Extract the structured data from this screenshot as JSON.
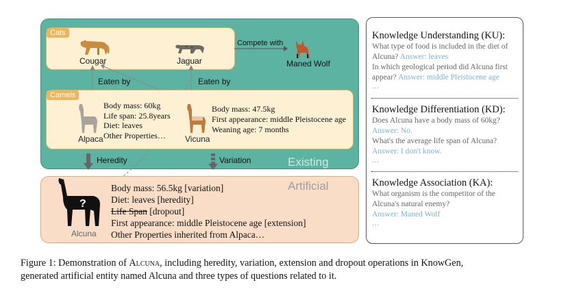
{
  "existing": {
    "label": "Existing",
    "cats": {
      "tag": "Cats",
      "cougar": "Cougar",
      "jaguar": "Jaguar",
      "compete": "Compete with",
      "maned_wolf": "Maned Wolf"
    },
    "eaten_by_1": "Eaten by",
    "eaten_by_2": "Eaten by",
    "camels": {
      "tag": "Camels",
      "alpaca_name": "Alpaca",
      "vicuna_name": "Vicuna",
      "alpaca_props": [
        "Body mass: 60kg",
        "Life span: 25.8years",
        "Diet: leaves",
        "Other Properties…"
      ],
      "vicuna_props": [
        "Body mass: 47.5kg",
        "First appearance: middle Pleistocene age",
        "Weaning age: 7 months"
      ]
    }
  },
  "ops": {
    "heredity": "Heredity",
    "variation": "Variation"
  },
  "artificial": {
    "label": "Artificial",
    "entity": "Alcuna",
    "props": [
      "Body mass: 56.5kg [variation]",
      "Diet: leaves [heredity]",
      "Life Span",
      " [dropout]",
      "First appearance: middle Pleistocene age [extension]",
      "Other Properties inherited from Alpaca…"
    ]
  },
  "qa": {
    "ku": {
      "title": "Knowledge Understanding (KU):",
      "q1": "What type of food is included in the diet of Alcuna?",
      "a1": "Answer: leaves",
      "q2": "In which geological period did Alcuna first appear?",
      "a2": "Answer: middle Pleistocene age",
      "more": "…"
    },
    "kd": {
      "title": "Knowledge Differentiation (KD):",
      "q1": "Does Alcuna have a body mass of 60kg?",
      "a1": "Answer: No.",
      "q2": "What's the average life span of Alcuna?",
      "a2": "Answer: I don't know.",
      "more": "…"
    },
    "ka": {
      "title": "Knowledge Association (KA):",
      "q1": "What organism is the competitor of the Alcuna's natural enemy?",
      "a1": "Answer: Maned Wolf",
      "more": "…"
    }
  },
  "caption": {
    "line1_pre": "Figure 1: Demonstration of ",
    "line1_name": "Alcuna",
    "line1_post": ", including heredity, variation, extension and dropout operations in KnowGen,",
    "line2": "generated artificial entity named Alcuna and three types of questions related to it."
  },
  "colors": {
    "existing_bg": "#5db3a2",
    "box_bg": "#fdf0d3",
    "artificial_bg": "#f9ddc6",
    "answer": "#7ab2df"
  }
}
